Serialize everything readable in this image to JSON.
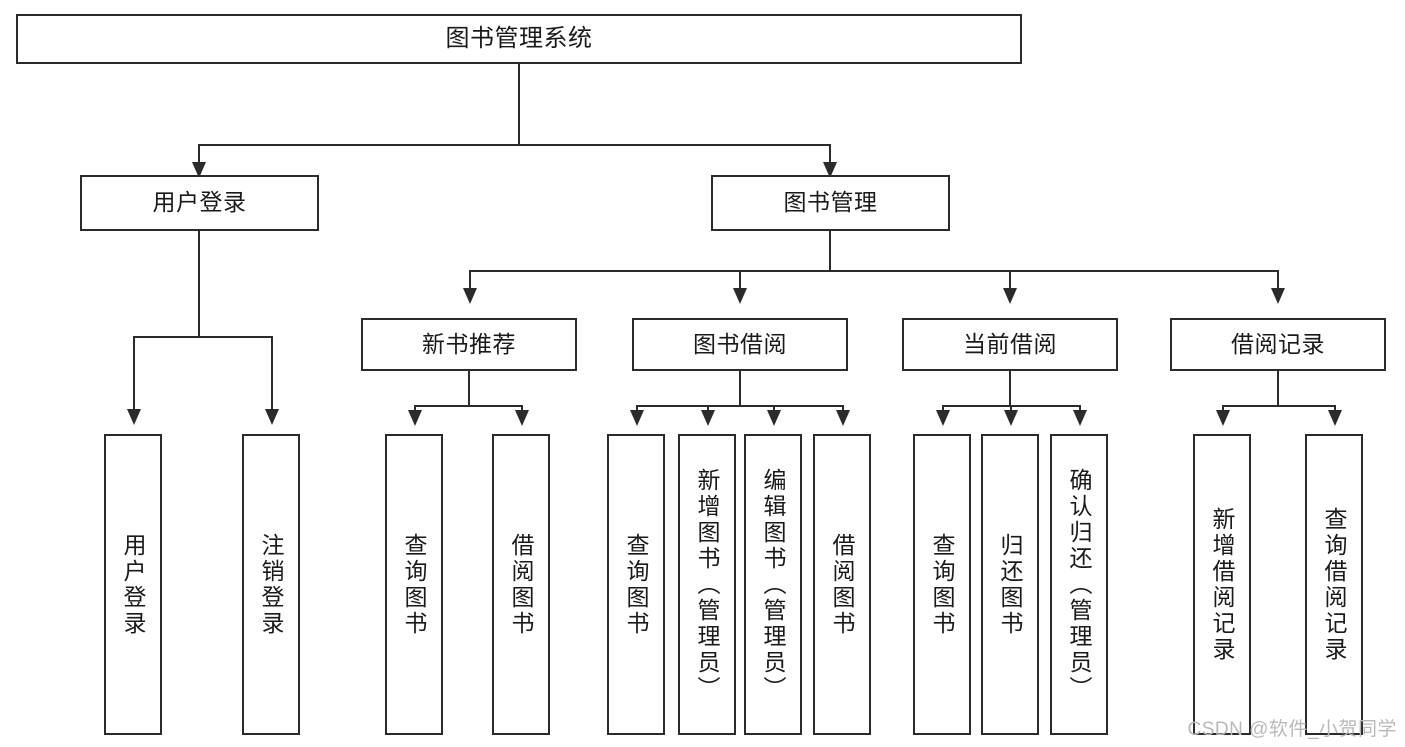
{
  "diagram": {
    "title": "图书管理系统",
    "type": "tree-hierarchy-diagram",
    "colors": {
      "line": "#2b2b2b",
      "box_fill": "#ffffff",
      "text": "#1a1a1a",
      "watermark": "#b9b9b9"
    },
    "levels": {
      "root": {
        "label": "图书管理系统"
      },
      "level2": [
        {
          "label": "用户登录"
        },
        {
          "label": "图书管理"
        }
      ],
      "level3": [
        {
          "label": "新书推荐"
        },
        {
          "label": "图书借阅"
        },
        {
          "label": "当前借阅"
        },
        {
          "label": "借阅记录"
        }
      ],
      "leaves": {
        "user_login": [
          {
            "label": "用户登录"
          },
          {
            "label": "注销登录"
          }
        ],
        "new_book_recommend": [
          {
            "label": "查询图书"
          },
          {
            "label": "借阅图书"
          }
        ],
        "book_borrow": [
          {
            "label": "查询图书"
          },
          {
            "label": "新增图书（管理员）"
          },
          {
            "label": "编辑图书（管理员）"
          },
          {
            "label": "借阅图书"
          }
        ],
        "current_borrow": [
          {
            "label": "查询图书"
          },
          {
            "label": "归还图书"
          },
          {
            "label": "确认归还（管理员）"
          }
        ],
        "borrow_records": [
          {
            "label": "新增借阅记录"
          },
          {
            "label": "查询借阅记录"
          }
        ]
      }
    },
    "watermark": "CSDN @软件_小贺同学"
  }
}
